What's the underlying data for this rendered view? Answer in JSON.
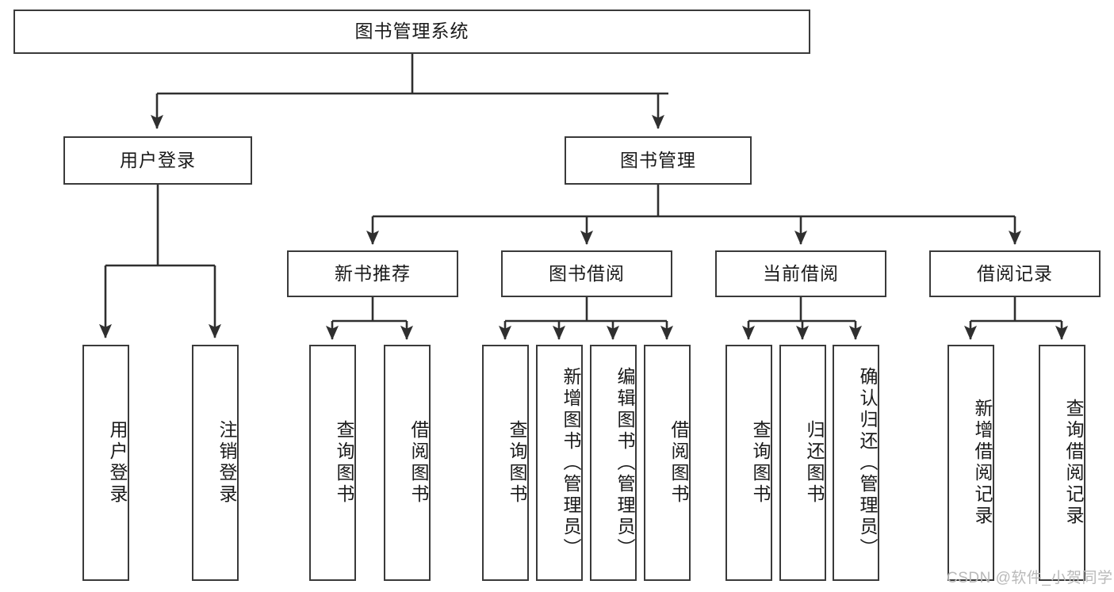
{
  "diagram": {
    "title": "图书管理系统",
    "type": "tree-hierarchy-chart",
    "watermark": "CSDN @软件_小贺同学",
    "colors": {
      "stroke": "#3a3a3a",
      "fill": "#ffffff",
      "text": "#1a1a1a",
      "watermark": "#b9b9b9"
    },
    "nodes": {
      "root": {
        "label": "图书管理系统"
      },
      "level2": [
        {
          "id": "user-login",
          "label": "用户登录"
        },
        {
          "id": "book-manage",
          "label": "图书管理"
        }
      ],
      "level3": [
        {
          "id": "new-book-recommend",
          "label": "新书推荐"
        },
        {
          "id": "book-borrow",
          "label": "图书借阅"
        },
        {
          "id": "current-borrow",
          "label": "当前借阅"
        },
        {
          "id": "borrow-record",
          "label": "借阅记录"
        }
      ],
      "leaves": {
        "user-login": [
          {
            "id": "leaf-user-login",
            "label": "用户登录"
          },
          {
            "id": "leaf-user-logout",
            "label": "注销登录"
          }
        ],
        "new-book-recommend": [
          {
            "id": "leaf-query-book-1",
            "label": "查询图书"
          },
          {
            "id": "leaf-borrow-book-1",
            "label": "借阅图书"
          }
        ],
        "book-borrow": [
          {
            "id": "leaf-query-book-2",
            "label": "查询图书"
          },
          {
            "id": "leaf-add-book",
            "label": "新增图书（管理员）"
          },
          {
            "id": "leaf-edit-book",
            "label": "编辑图书（管理员）"
          },
          {
            "id": "leaf-borrow-book-2",
            "label": "借阅图书"
          }
        ],
        "current-borrow": [
          {
            "id": "leaf-query-book-3",
            "label": "查询图书"
          },
          {
            "id": "leaf-return-book",
            "label": "归还图书"
          },
          {
            "id": "leaf-confirm-return",
            "label": "确认归还（管理员）"
          }
        ],
        "borrow-record": [
          {
            "id": "leaf-add-record",
            "label": "新增借阅记录"
          },
          {
            "id": "leaf-query-record",
            "label": "查询借阅记录"
          }
        ]
      }
    }
  }
}
